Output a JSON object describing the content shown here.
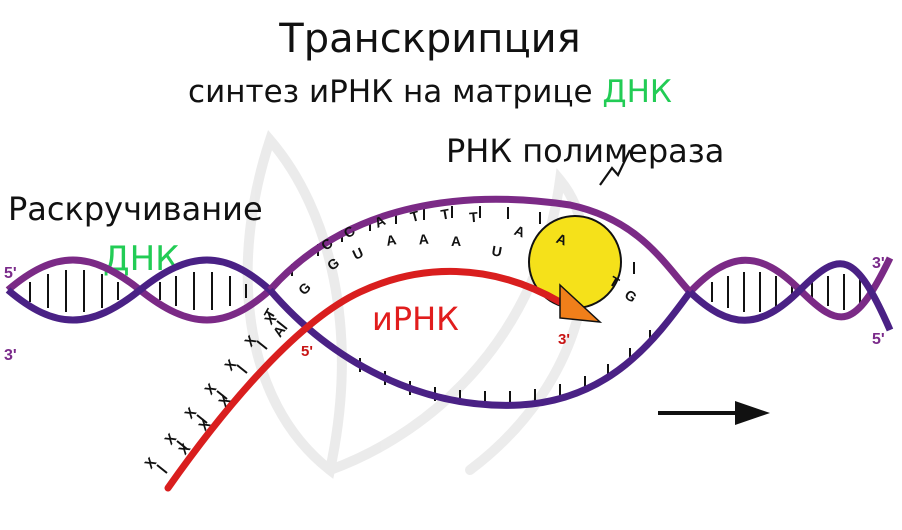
{
  "title": "Транскрипция",
  "subtitle": {
    "prefix": "синтез иРНК на матрице ",
    "highlight": "ДНК"
  },
  "labels": {
    "unwinding_line1": "Раскручивание",
    "unwinding_line2": "ДНК",
    "polymerase": "РНК полимераза",
    "mrna": "иРНК"
  },
  "strand_ends": {
    "left_top": "5'",
    "left_bottom": "3'",
    "right_top": "3'",
    "right_bottom": "5'",
    "mrna_start": "5'",
    "mrna_end": "3'"
  },
  "bases": {
    "top_strand": [
      "T",
      "C",
      "C",
      "A",
      "T",
      "T",
      "T",
      "A",
      "T"
    ],
    "mrna_strand": [
      "A",
      "G",
      "G",
      "U",
      "A",
      "A",
      "A",
      "U",
      "A",
      "G"
    ],
    "tail": [
      "X",
      "X",
      "X",
      "X",
      "X",
      "X",
      "X",
      "X",
      "X",
      "X"
    ]
  },
  "colors": {
    "dna_top": "#7b2a86",
    "dna_bottom": "#4a2185",
    "mrna": "#d91e1e",
    "polymerase": "#f5e11a",
    "arrowhead": "#f07f1a",
    "accent_green": "#22cc55"
  },
  "icons": {
    "direction": "arrow-right-icon",
    "background": "leaf-watermark-icon"
  }
}
